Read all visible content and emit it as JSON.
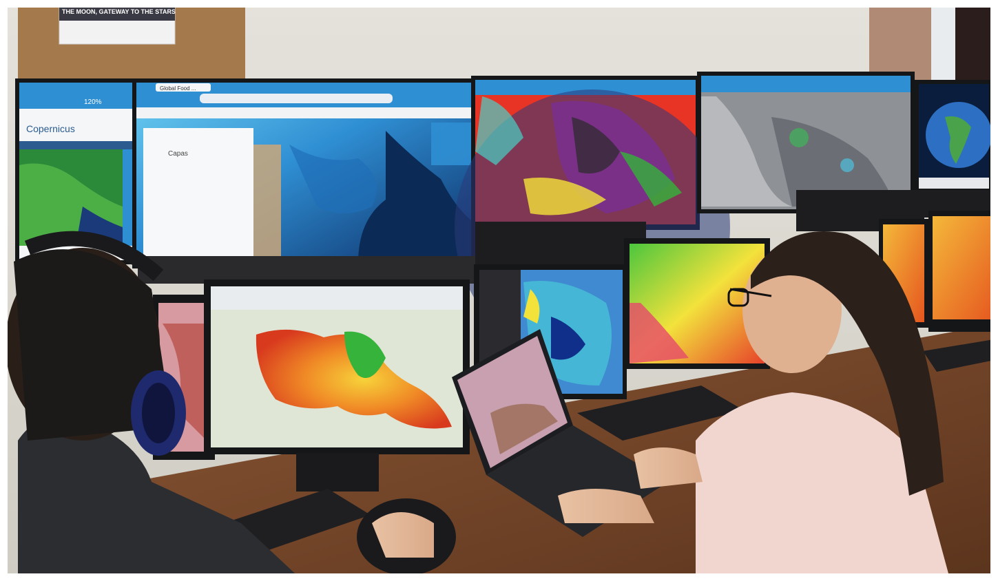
{
  "photo": {
    "poster": {
      "headline": "THE MOON, GATEWAY TO THE STARS"
    },
    "left_monitor": {
      "logo_text": "Copernicus",
      "zoom_level": "120%"
    },
    "center_left_monitor": {
      "tab_title": "Global Food ...",
      "panel_title": "Capas"
    }
  },
  "colors": {
    "wall": "#d9d6cd",
    "desk": "#7a4a2c",
    "monitor_bezel": "#151618",
    "browser_bar": "#2f8fd3",
    "ocean_light": "#4db8e8",
    "ocean_deep": "#123a7a",
    "heat_red": "#e8311f",
    "heat_yellow": "#f2e23a",
    "veg_green": "#35b33a"
  }
}
